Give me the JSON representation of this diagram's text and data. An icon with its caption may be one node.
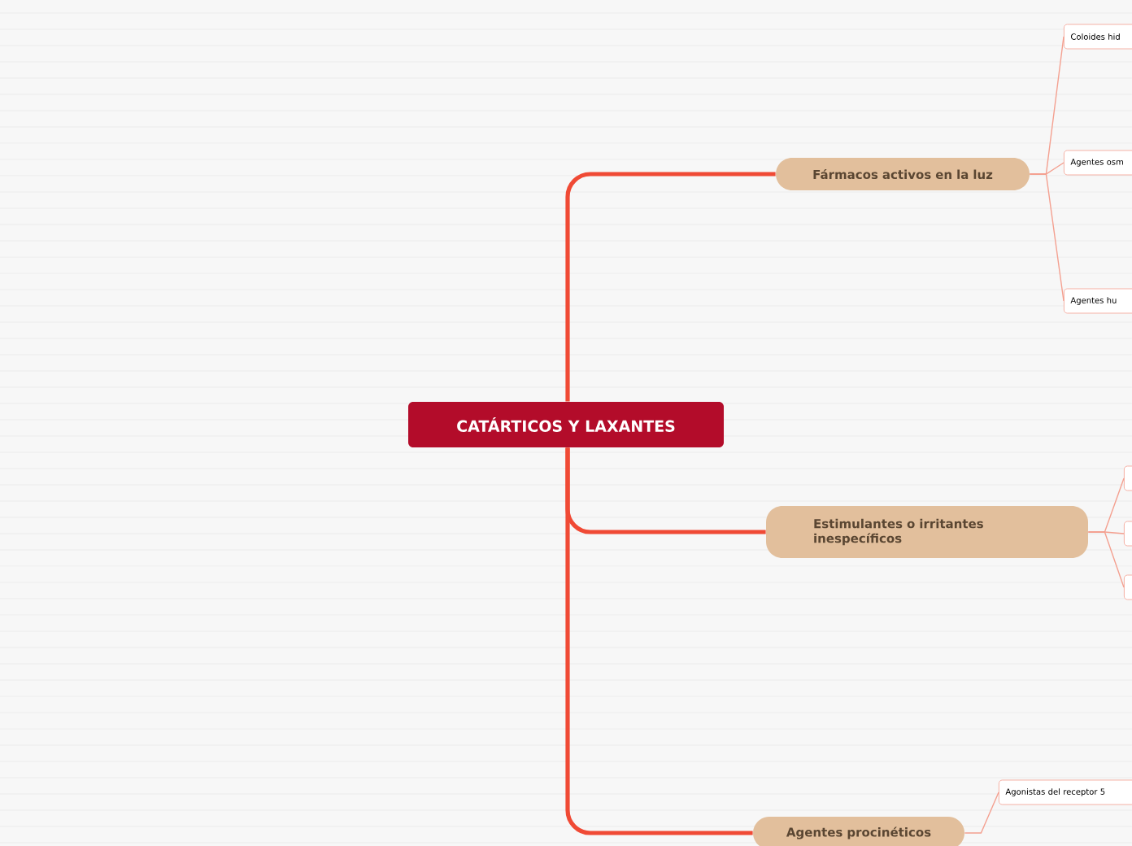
{
  "diagram": {
    "nodes": [
      {
        "text": [
          "CATÁRTICOS Y LAXANTES"
        ]
      },
      {
        "text": [
          "Fármacos activos en la luz"
        ]
      },
      {
        "text": [
          "Coloides hid"
        ]
      },
      {
        "text": [
          "Agentes osm"
        ]
      },
      {
        "text": [
          "Agentes hu"
        ]
      },
      {
        "text": [
          "Estimulantes o irritantes inespecíficos"
        ]
      },
      {
        "text": [],
        "shape": "box"
      },
      {
        "text": [],
        "shape": "box"
      },
      {
        "text": [],
        "shape": "box"
      },
      {
        "text": [
          "Agentes procinéticos"
        ]
      },
      {
        "text": [
          "Agonistas del receptor 5"
        ]
      }
    ],
    "edges": [
      {
        "from": 0,
        "to": 1,
        "arrow": "none",
        "style": "thick",
        "color": "#f04a35"
      },
      {
        "from": 0,
        "to": 5,
        "arrow": "none",
        "style": "thick",
        "color": "#f04a35"
      },
      {
        "from": 0,
        "to": 9,
        "arrow": "none",
        "style": "thick",
        "color": "#f04a35"
      },
      {
        "from": 1,
        "to": 2,
        "arrow": "none"
      },
      {
        "from": 1,
        "to": 3,
        "arrow": "none"
      },
      {
        "from": 1,
        "to": 4,
        "arrow": "none"
      },
      {
        "from": 5,
        "to": 6,
        "arrow": "none"
      },
      {
        "from": 5,
        "to": 7,
        "arrow": "none"
      },
      {
        "from": 5,
        "to": 8,
        "arrow": "none"
      },
      {
        "from": 9,
        "to": 10,
        "arrow": "none"
      }
    ]
  }
}
